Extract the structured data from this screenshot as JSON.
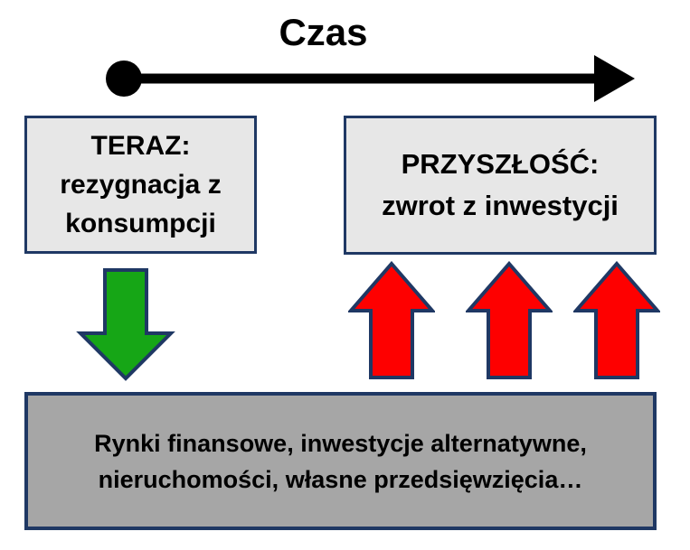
{
  "timeline": {
    "label": "Czas"
  },
  "boxes": {
    "now": {
      "lines": [
        "TERAZ:",
        "rezygnacja z",
        "konsumpcji"
      ]
    },
    "future": {
      "lines": [
        "PRZYSZŁOŚĆ:",
        "zwrot z inwestycji"
      ]
    },
    "bottom": {
      "lines": [
        "Rynki finansowe, inwestycje alternatywne,",
        "nieruchomości, własne przedsięwzięcia…"
      ]
    }
  },
  "icons": {
    "timeline_arrow": "black-right-arrow-with-start-dot",
    "consumption_arrow": "green-down-arrow",
    "return_arrows": "red-up-arrow-x3"
  },
  "colors": {
    "timeline": "#000000",
    "box_border": "#1f3864",
    "box_bg_light": "#e7e7e7",
    "box_bg_gray": "#a6a6a6",
    "arrow_green": "#16a616",
    "arrow_red": "#fe0000",
    "text": "#000000",
    "background": "#ffffff"
  }
}
